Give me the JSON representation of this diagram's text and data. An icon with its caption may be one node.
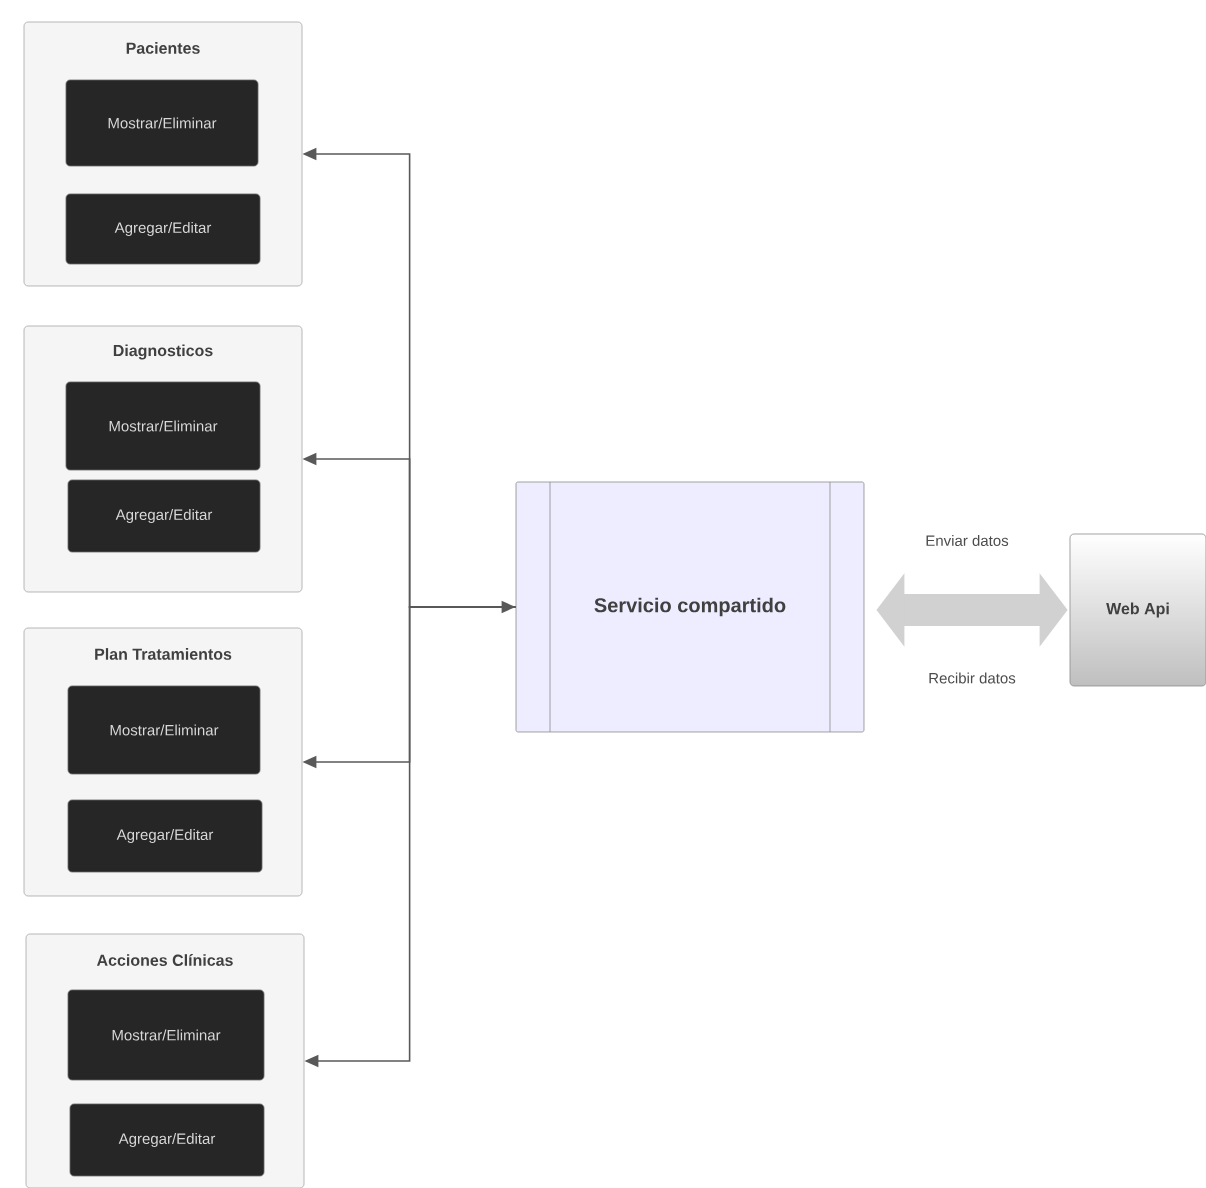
{
  "diagram": {
    "nodes": [
      {
        "text": [
          "Pacientes"
        ]
      },
      {
        "text": [
          "Mostrar/Eliminar"
        ],
        "in": 0
      },
      {
        "text": [
          "Agregar/Editar"
        ],
        "in": 0
      },
      {
        "text": [
          "Diagnosticos"
        ]
      },
      {
        "text": [
          "Mostrar/Eliminar"
        ],
        "in": 3
      },
      {
        "text": [
          "Agregar/Editar"
        ],
        "in": 3
      },
      {
        "text": [
          "Plan Tratamientos"
        ]
      },
      {
        "text": [
          "Mostrar/Eliminar"
        ],
        "in": 6
      },
      {
        "text": [
          "Agregar/Editar"
        ],
        "in": 6
      },
      {
        "text": [
          "Acciones Clínicas"
        ]
      },
      {
        "text": [
          "Mostrar/Eliminar"
        ],
        "in": 9
      },
      {
        "text": [
          "Agregar/Editar"
        ],
        "in": 9
      },
      {
        "text": [
          "Servicio compartido"
        ]
      },
      {
        "text": [
          "Web Api"
        ]
      }
    ],
    "edges": [
      {
        "from": 12,
        "to": 0,
        "arrow": "to"
      },
      {
        "from": 12,
        "to": 3,
        "arrow": "to"
      },
      {
        "from": 12,
        "to": 6,
        "arrow": "to"
      },
      {
        "from": 12,
        "to": 9,
        "arrow": "to"
      },
      {
        "from": null,
        "to": 12,
        "arrow": "to"
      },
      {
        "from": 12,
        "to": 13,
        "arrow": "both",
        "style": "thick",
        "color": "#d1d1d1",
        "label": "Enviar datos"
      }
    ],
    "labels": [
      "Recibir datos"
    ]
  }
}
